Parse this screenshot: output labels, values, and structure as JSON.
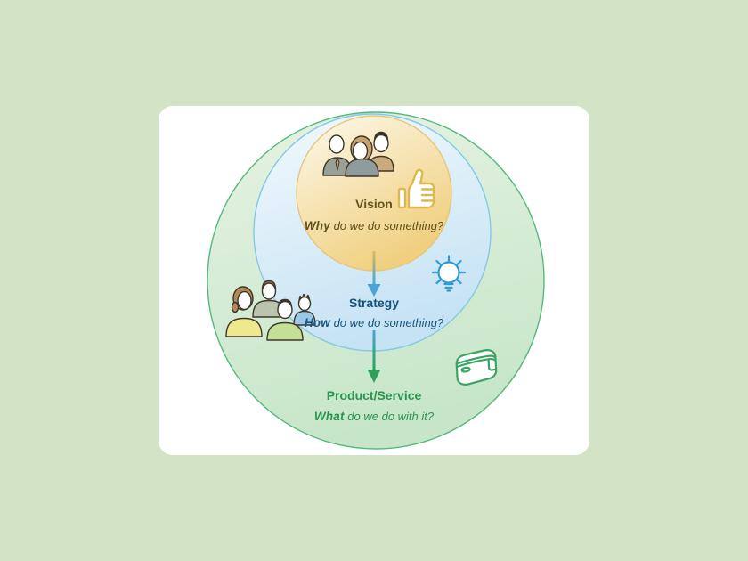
{
  "page": {
    "background_color": "#d3e3c6",
    "card_color": "#ffffff"
  },
  "diagram": {
    "type": "nested-circles",
    "levels": [
      {
        "name": "vision",
        "title": "Vision",
        "question": {
          "lead": "Why",
          "rest": " do we do something?"
        },
        "text_color": "#63551a",
        "circle": {
          "stroke": "#e5c67d",
          "fill_from": "#fdf8e6",
          "fill_to": "#f0cf7e"
        },
        "icons": [
          "team-icon",
          "thumbs-up-icon"
        ]
      },
      {
        "name": "strategy",
        "title": "Strategy",
        "question": {
          "lead": "How",
          "rest": " do we do something?"
        },
        "text_color": "#175380",
        "circle": {
          "stroke": "#85c8e8",
          "fill_from": "#f0f8fd",
          "fill_to": "#c6e3f4"
        },
        "icons": [
          "lightbulb-icon"
        ]
      },
      {
        "name": "product_service",
        "title": "Product/Service",
        "question": {
          "lead": "What",
          "rest": " do we do with it?"
        },
        "text_color": "#28954f",
        "circle": {
          "stroke": "#55b97d",
          "fill_from": "#e2f1df",
          "fill_to": "#c7e6c9"
        },
        "icons": [
          "audience-icon",
          "package-icon"
        ]
      }
    ],
    "arrows": [
      {
        "from": "vision",
        "to": "strategy",
        "color_from": "#dfba52",
        "color_to": "#4aa5d6"
      },
      {
        "from": "strategy",
        "to": "product_service",
        "color_from": "#4aa5d6",
        "color_to": "#2f9f5d"
      }
    ]
  }
}
